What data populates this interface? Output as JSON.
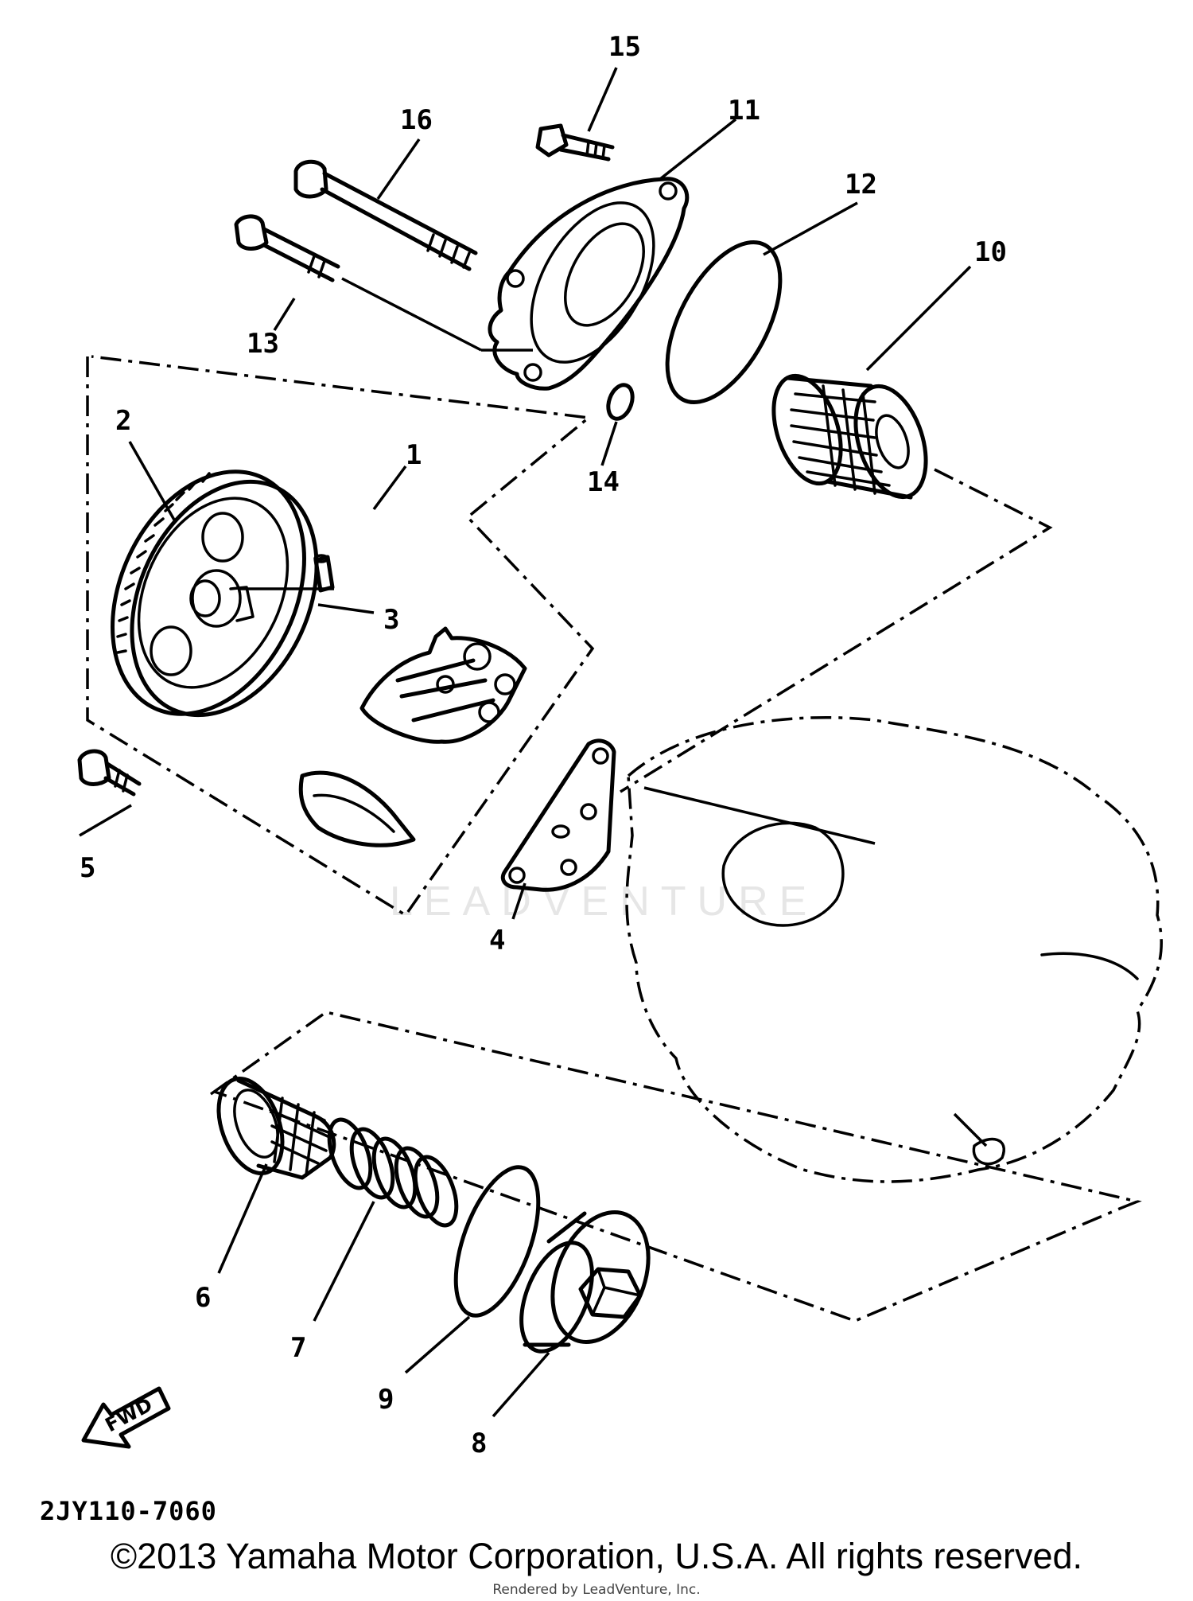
{
  "diagram": {
    "ref_code": "2JY110-7060",
    "fwd_label": "FWD",
    "watermark": "LEADVENTURE",
    "callouts": [
      {
        "id": "1",
        "text": "1"
      },
      {
        "id": "2",
        "text": "2"
      },
      {
        "id": "3",
        "text": "3"
      },
      {
        "id": "4",
        "text": "4"
      },
      {
        "id": "5",
        "text": "5"
      },
      {
        "id": "6",
        "text": "6"
      },
      {
        "id": "7",
        "text": "7"
      },
      {
        "id": "8",
        "text": "8"
      },
      {
        "id": "9",
        "text": "9"
      },
      {
        "id": "10",
        "text": "10"
      },
      {
        "id": "11",
        "text": "11"
      },
      {
        "id": "12",
        "text": "12"
      },
      {
        "id": "13",
        "text": "13"
      },
      {
        "id": "14",
        "text": "14"
      },
      {
        "id": "15",
        "text": "15"
      },
      {
        "id": "16",
        "text": "16"
      }
    ]
  },
  "footer": {
    "copyright": "©2013 Yamaha Motor Corporation, U.S.A. All rights reserved.",
    "rendered_by": "Rendered by LeadVenture, Inc."
  }
}
